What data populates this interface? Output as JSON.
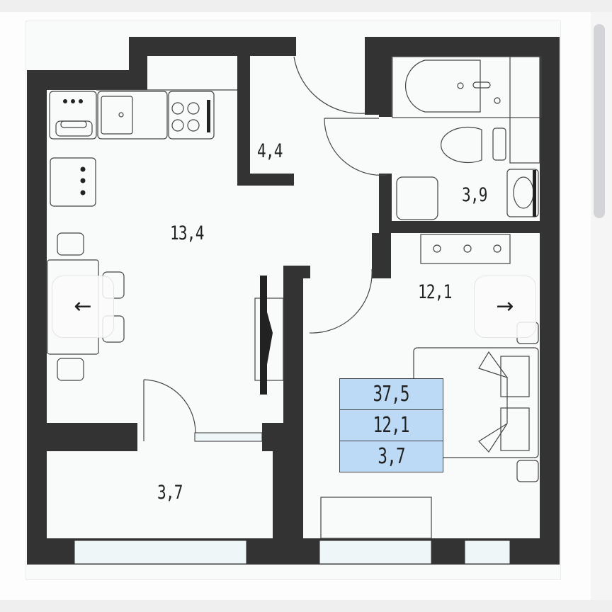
{
  "floor_plan": {
    "rooms": [
      {
        "id": "kitchen-living",
        "area": "13,4"
      },
      {
        "id": "hallway",
        "area": "4,4"
      },
      {
        "id": "bathroom",
        "area": "3,9"
      },
      {
        "id": "bedroom",
        "area": "12,1"
      },
      {
        "id": "balcony",
        "area": "3,7"
      }
    ],
    "summary": {
      "total_area": "37,5",
      "living_area": "12,1",
      "balcony_area": "3,7"
    },
    "colors": {
      "wall": "#333333",
      "floor": "#f9fafa",
      "summary_bg": "#bcdaf5",
      "window": "#eef6f8"
    }
  },
  "navigation": {
    "prev_icon": "←",
    "next_icon": "→"
  }
}
